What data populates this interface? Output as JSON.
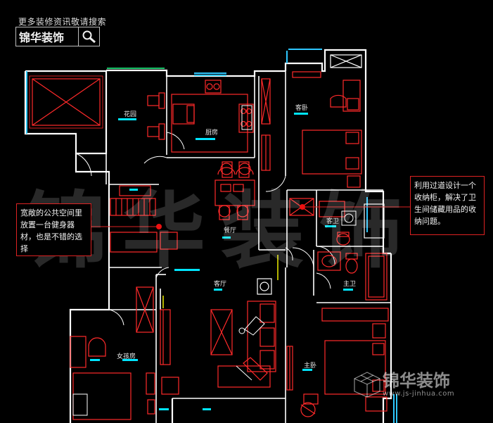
{
  "header": {
    "tagline": "更多装修资讯敬请搜索",
    "logo_text": "锦华装饰",
    "search_icon": "magnifier-icon"
  },
  "rooms": {
    "garden": "花园",
    "kitchen": "厨房",
    "guest_bedroom": "客卧",
    "guest_bath": "客卫",
    "dining": "餐厅",
    "living": "客厅",
    "master_bath": "主卫",
    "daughter_room": "女孩房",
    "master_bedroom": "主卧"
  },
  "notes": {
    "left": "宽敞的公共空间里放置一台健身器材，也是不错的选择",
    "right": "利用过道设计一个收纳柜，解决了卫生间储藏用品的收纳问题。"
  },
  "watermark": {
    "big_text": "锦华装饰",
    "corner_text": "锦华装饰",
    "corner_url": "www.js-jinhua.com"
  },
  "colors": {
    "background": "#000000",
    "walls": "#ffffff",
    "furniture": "#ff2a2a",
    "labels": "#00e5ff",
    "windows": "#00cc66"
  }
}
